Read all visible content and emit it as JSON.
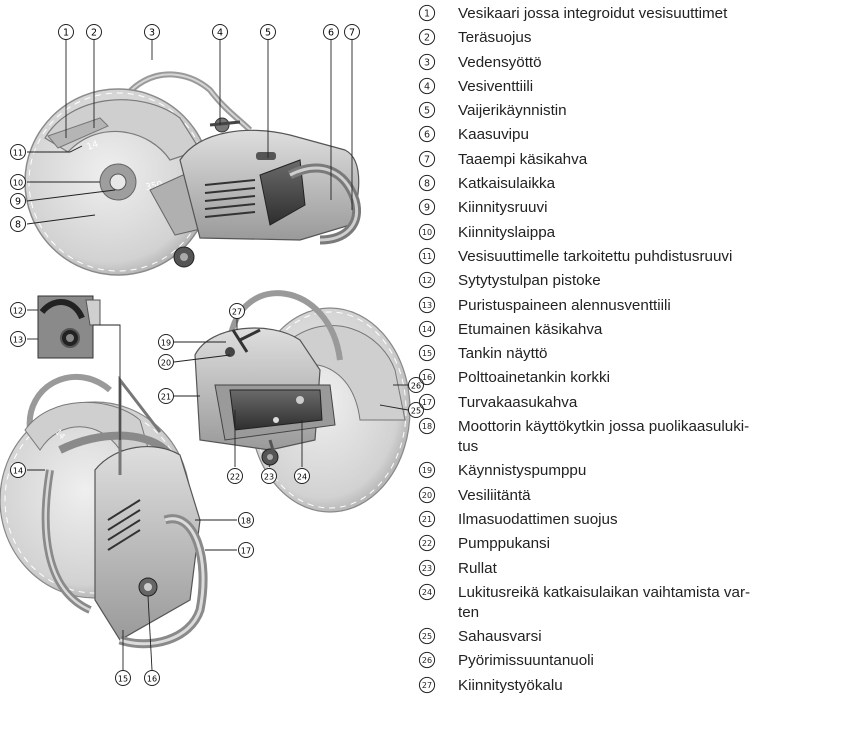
{
  "legend": [
    {
      "n": "1",
      "text": "Vesikaari jossa integroidut vesisuuttimet"
    },
    {
      "n": "2",
      "text": "Teräsuojus"
    },
    {
      "n": "3",
      "text": "Vedensyöttö"
    },
    {
      "n": "4",
      "text": "Vesiventtiili"
    },
    {
      "n": "5",
      "text": "Vaijerikäynnistin"
    },
    {
      "n": "6",
      "text": "Kaasuvipu"
    },
    {
      "n": "7",
      "text": "Taaempi käsikahva"
    },
    {
      "n": "8",
      "text": "Katkaisulaikka"
    },
    {
      "n": "9",
      "text": "Kiinnitysruuvi"
    },
    {
      "n": "10",
      "text": "Kiinnityslaippa"
    },
    {
      "n": "11",
      "text": "Vesisuuttimelle tarkoitettu puhdistusruuvi"
    },
    {
      "n": "12",
      "text": "Sytytystulpan pistoke"
    },
    {
      "n": "13",
      "text": "Puristuspaineen alennusventtiili"
    },
    {
      "n": "14",
      "text": "Etumainen käsikahva"
    },
    {
      "n": "15",
      "text": "Tankin näyttö"
    },
    {
      "n": "16",
      "text": "Polttoainetankin korkki"
    },
    {
      "n": "17",
      "text": "Turvakaasukahva"
    },
    {
      "n": "18",
      "text": "Moottorin käyttökytkin jossa puolikaasuluki-\ntus"
    },
    {
      "n": "19",
      "text": "Käynnistyspumppu"
    },
    {
      "n": "20",
      "text": "Vesiliitäntä"
    },
    {
      "n": "21",
      "text": "Ilmasuodattimen suojus"
    },
    {
      "n": "22",
      "text": "Pumppukansi"
    },
    {
      "n": "23",
      "text": "Rullat"
    },
    {
      "n": "24",
      "text": "Lukitusreikä katkaisulaikan vaihtamista var-\nten"
    },
    {
      "n": "25",
      "text": "Sahausvarsi"
    },
    {
      "n": "26",
      "text": "Pyörimissuuntanuoli"
    },
    {
      "n": "27",
      "text": "Kiinnitystyökalu"
    }
  ],
  "blade_marks": {
    "top_size": "14",
    "top_model": "350",
    "bottom_size": "14",
    "bottom_model": "350"
  }
}
